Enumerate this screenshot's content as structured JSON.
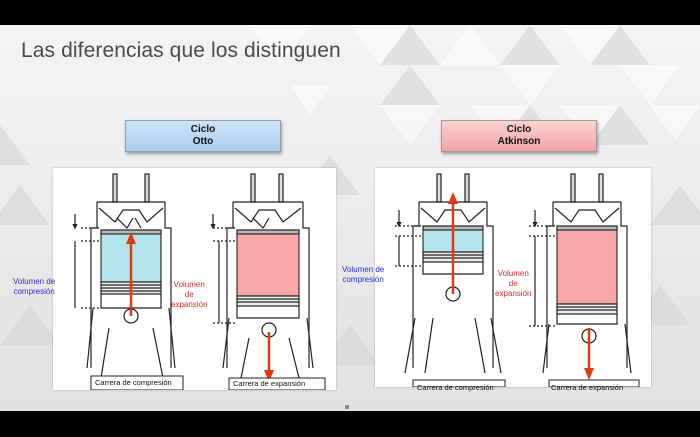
{
  "slide": {
    "title": "Las diferencias que los distinguen"
  },
  "otto": {
    "box_line1": "Ciclo",
    "box_line2": "Otto",
    "left_label_line1": "Volumen de",
    "left_label_line2": "compresión",
    "right_label_line1": "Volumen",
    "right_label_line2": "de",
    "right_label_line3": "expansión",
    "caption_left": "Carrera de compresión",
    "caption_right": "Carrera  de  expansión"
  },
  "atkinson": {
    "box_line1": "Ciclo",
    "box_line2": "Atkinson",
    "left_label_line1": "Volumen de",
    "left_label_line2": "compresión",
    "right_label_line1": "Volumen",
    "right_label_line2": "de",
    "right_label_line3": "expansión",
    "caption_left": "Carrera de compresión",
    "caption_right": "Carrera  de  expansión"
  },
  "colors": {
    "compression_fill": "#b2e6ec",
    "expansion_fill": "#f7a9a9",
    "arrow": "#e03a10",
    "label_blue": "#2a2ad8",
    "label_red": "#d62a2a"
  }
}
